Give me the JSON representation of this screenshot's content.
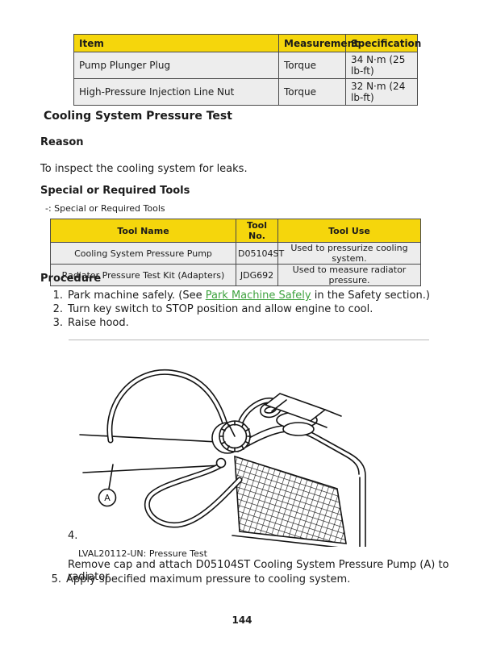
{
  "colors": {
    "table_header_yellow": "#f5d60c",
    "table_row_gray": "#ededed",
    "table_border": "#4a4a4a",
    "link_green": "#3fa23f",
    "text": "#1b1b1b",
    "rule_gray": "#b8b8b8"
  },
  "spec_table": {
    "headers": [
      "Item",
      "Measurement",
      "Specification"
    ],
    "rows": [
      [
        "Pump Plunger Plug",
        "Torque",
        "34 N·m (25 lb-ft)"
      ],
      [
        "High-Pressure Injection Line Nut",
        "Torque",
        "32 N·m (24 lb-ft)"
      ]
    ]
  },
  "section": {
    "title": "Cooling System Pressure Test",
    "reason_heading": "Reason",
    "reason_text": "To inspect the cooling system for leaks.",
    "tools_heading": "Special or Required Tools",
    "tools_note": "-: Special or Required Tools"
  },
  "tools_table": {
    "headers": [
      "Tool Name",
      "Tool No.",
      "Tool Use"
    ],
    "rows": [
      [
        "Cooling System Pressure Pump",
        "D05104ST",
        "Used to pressurize cooling system."
      ],
      [
        "Radiator Pressure Test Kit (Adapters)",
        "JDG692",
        "Used to measure radiator pressure."
      ]
    ]
  },
  "procedure": {
    "heading": "Procedure",
    "steps": [
      {
        "num": "1.",
        "pre": "Park machine safely. (See ",
        "link": "Park Machine Safely",
        "post": " in the Safety section.)"
      },
      {
        "num": "2.",
        "text": "Turn key switch to STOP position and allow engine to cool."
      },
      {
        "num": "3.",
        "text": "Raise hood."
      },
      {
        "num": "4.",
        "caption": "LVAL20112-UN: Pressure Test",
        "text": "Remove cap and attach D05104ST Cooling System Pressure Pump (A) to radiator."
      },
      {
        "num": "5.",
        "text": "Apply specified maximum pressure to cooling system."
      }
    ]
  },
  "figure": {
    "label": "A"
  },
  "page": {
    "number": "144"
  }
}
